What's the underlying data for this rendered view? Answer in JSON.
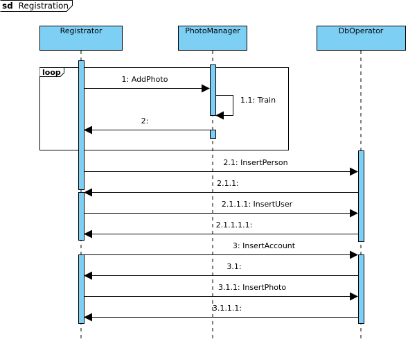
{
  "frame": {
    "keyword": "sd",
    "name": "Registration"
  },
  "colors": {
    "lifeline_fill": "#7ecff4",
    "stroke": "#000000",
    "background": "#ffffff"
  },
  "lifelines": [
    {
      "id": "registrator",
      "label": "Registrator"
    },
    {
      "id": "photomanager",
      "label": "PhotoManager"
    },
    {
      "id": "dboperator",
      "label": "DbOperator"
    }
  ],
  "fragment": {
    "operator": "loop"
  },
  "messages": [
    {
      "id": "m1",
      "label": "1: AddPhoto",
      "from": "registrator",
      "to": "photomanager",
      "kind": "call"
    },
    {
      "id": "m2",
      "label": "1.1: Train",
      "from": "photomanager",
      "to": "photomanager",
      "kind": "self"
    },
    {
      "id": "m3",
      "label": "2:",
      "from": "photomanager",
      "to": "registrator",
      "kind": "return"
    },
    {
      "id": "m4",
      "label": "2.1: InsertPerson",
      "from": "registrator",
      "to": "dboperator",
      "kind": "call"
    },
    {
      "id": "m5",
      "label": "2.1.1:",
      "from": "dboperator",
      "to": "registrator",
      "kind": "return"
    },
    {
      "id": "m6",
      "label": "2.1.1.1: InsertUser",
      "from": "registrator",
      "to": "dboperator",
      "kind": "call"
    },
    {
      "id": "m7",
      "label": "2.1.1.1.1:",
      "from": "dboperator",
      "to": "registrator",
      "kind": "return"
    },
    {
      "id": "m8",
      "label": "3: InsertAccount",
      "from": "registrator",
      "to": "dboperator",
      "kind": "call"
    },
    {
      "id": "m9",
      "label": "3.1:",
      "from": "dboperator",
      "to": "registrator",
      "kind": "return"
    },
    {
      "id": "m10",
      "label": "3.1.1: InsertPhoto",
      "from": "registrator",
      "to": "dboperator",
      "kind": "call"
    },
    {
      "id": "m11",
      "label": "3.1.1.1:",
      "from": "dboperator",
      "to": "registrator",
      "kind": "return"
    }
  ]
}
